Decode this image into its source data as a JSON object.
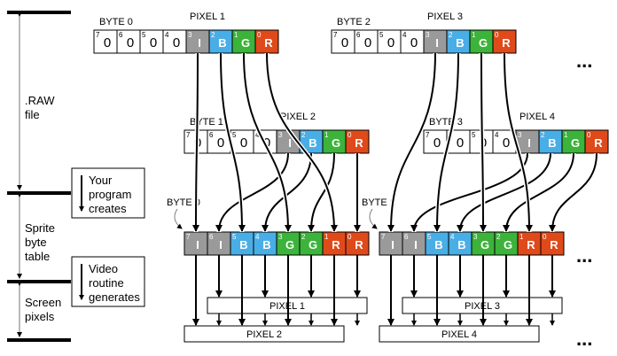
{
  "side_labels": {
    "raw_file": [
      ".RAW",
      "file"
    ],
    "sprite_table": [
      "Sprite",
      "byte",
      "table"
    ],
    "screen_pixels": [
      "Screen",
      "pixels"
    ]
  },
  "process_boxes": {
    "program": [
      "Your",
      "program",
      "creates"
    ],
    "video": [
      "Video",
      "routine",
      "generates"
    ]
  },
  "raw_bytes": [
    {
      "byte_label": "BYTE 0",
      "pixel_label": "PIXEL 1",
      "bits": [
        "0",
        "0",
        "0",
        "0",
        "I",
        "B",
        "G",
        "R"
      ]
    },
    {
      "byte_label": "BYTE 1",
      "pixel_label": "PIXEL 2",
      "bits": [
        "0",
        "0",
        "0",
        "0",
        "I",
        "B",
        "G",
        "R"
      ]
    },
    {
      "byte_label": "BYTE 2",
      "pixel_label": "PIXEL 3",
      "bits": [
        "0",
        "0",
        "0",
        "0",
        "I",
        "B",
        "G",
        "R"
      ]
    },
    {
      "byte_label": "BYTE 3",
      "pixel_label": "PIXEL 4",
      "bits": [
        "0",
        "0",
        "0",
        "0",
        "I",
        "B",
        "G",
        "R"
      ]
    }
  ],
  "sprite_bytes": [
    {
      "byte_label": "BYTE 0",
      "bits": [
        "I",
        "I",
        "B",
        "B",
        "G",
        "G",
        "R",
        "R"
      ]
    },
    {
      "byte_label": "BYTE 1",
      "bits": [
        "I",
        "I",
        "B",
        "B",
        "G",
        "G",
        "R",
        "R"
      ]
    }
  ],
  "bit_numbers": [
    "7",
    "6",
    "5",
    "4",
    "3",
    "2",
    "1",
    "0"
  ],
  "screen_pixels": [
    "PIXEL 1",
    "PIXEL 2",
    "PIXEL 3",
    "PIXEL 4"
  ],
  "ellipsis": "...",
  "colors": {
    "I": "#9a9a9a",
    "B": "#4aaee6",
    "G": "#3cb33a",
    "R": "#e04a1a",
    "ink": "#000000"
  }
}
